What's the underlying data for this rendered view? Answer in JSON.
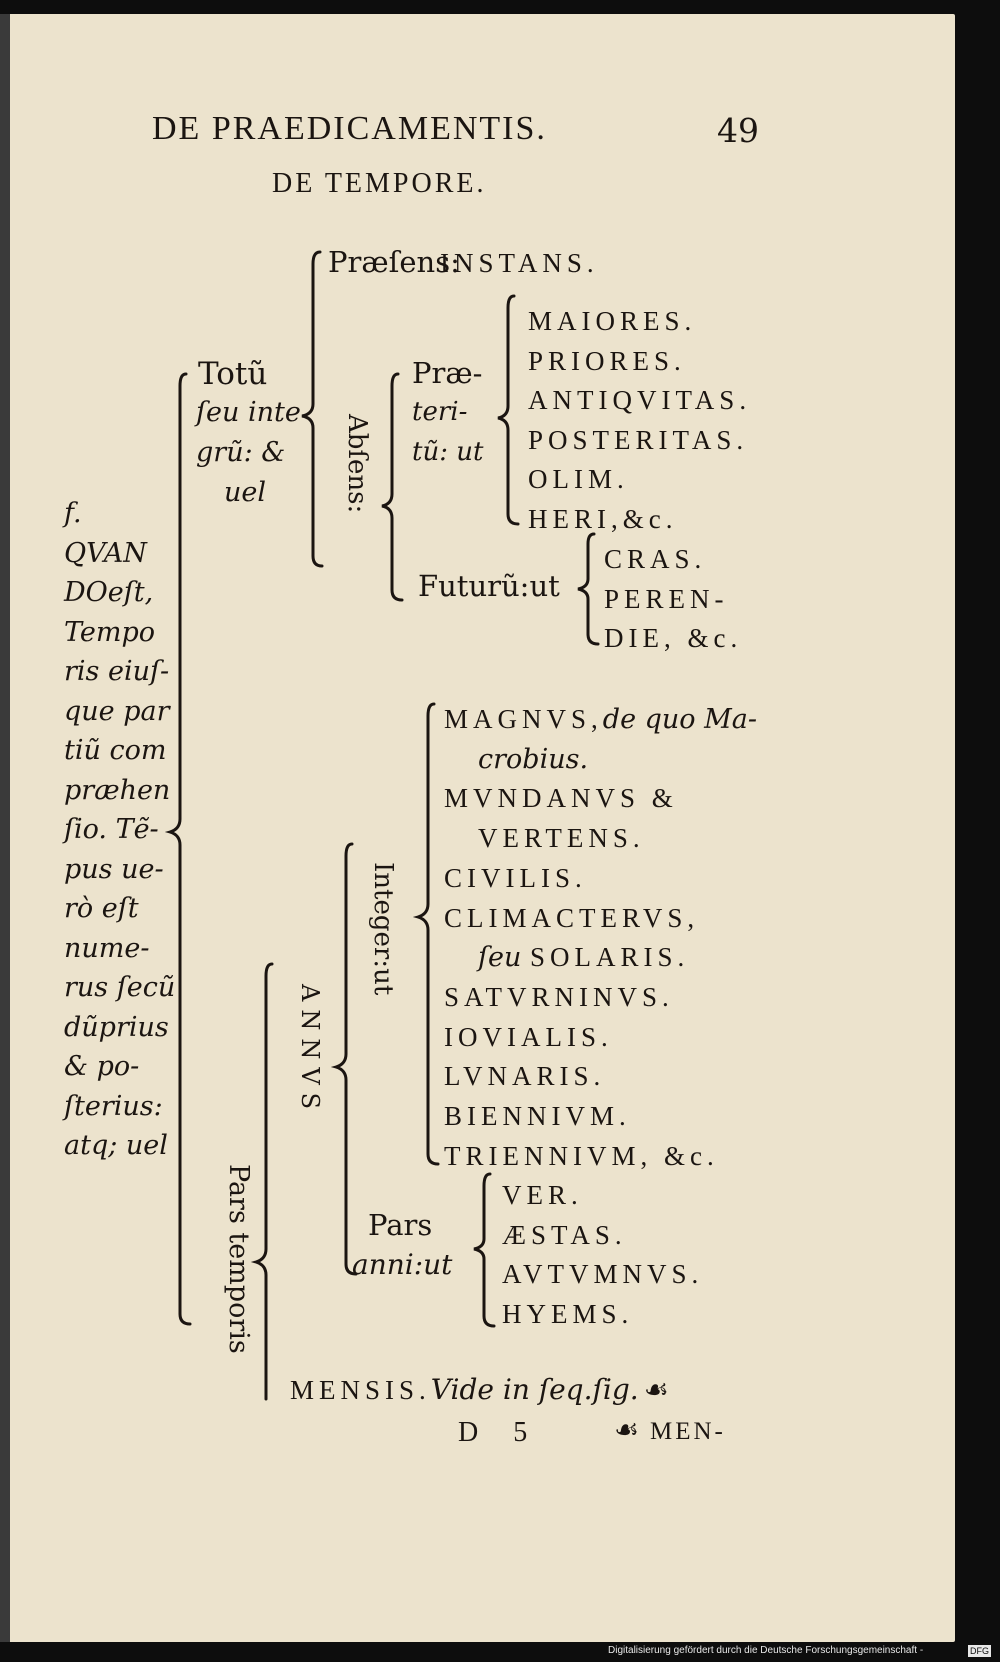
{
  "header": {
    "running_title": "DE PRAEDICAMENTIS.",
    "page_number": "49",
    "section_title": "DE TEMPORE."
  },
  "definition": [
    "f.",
    "QVAN",
    "DOeſt,",
    "Tempo",
    "ris eiuſ-",
    "que par",
    "tiũ com",
    "præhen",
    "ſio. Tẽ-",
    "pus ue-",
    "rò eſt",
    "nume-",
    "rus ſecũ",
    "dũprius",
    "& po-",
    "ſterius:",
    "atq; uel"
  ],
  "totum": [
    "Totũ",
    "ſeu inte",
    "grũ: &",
    "uel"
  ],
  "praesens": {
    "label": "Præſens:",
    "value": "INSTANS."
  },
  "absens": "Abſens:",
  "praeteritum": {
    "lines": [
      "Præ-",
      "teri-",
      "tũ: ut"
    ],
    "items": [
      "MAIORES.",
      "PRIORES.",
      "ANTIQVITAS.",
      "POSTERITAS.",
      "OLIM.",
      "HERI,&c."
    ]
  },
  "futurum": {
    "label": "Futurũ:ut",
    "items": [
      "CRAS.",
      "PEREN-",
      "DIE, &c."
    ]
  },
  "pars_temporis": "Pars temporis",
  "annus": "ANNVS",
  "integer": "Integer:ut",
  "annus_items": [
    {
      "caps": "MAGNVS,",
      "it": "de quo Ma-"
    },
    {
      "caps": "",
      "it": "crobius."
    },
    {
      "caps": "MVNDANVS &",
      "it": ""
    },
    {
      "caps": "VERTENS.",
      "it": ""
    },
    {
      "caps": "CIVILIS.",
      "it": ""
    },
    {
      "caps": "CLIMACTERVS,",
      "it": ""
    },
    {
      "caps": "SOLARIS.",
      "it": "ſeu "
    },
    {
      "caps": "SATVRNINVS.",
      "it": ""
    },
    {
      "caps": "IOVIALIS.",
      "it": ""
    },
    {
      "caps": "LVNARIS.",
      "it": ""
    },
    {
      "caps": "BIENNIVM.",
      "it": ""
    },
    {
      "caps": "TRIENNIVM, &c.",
      "it": ""
    }
  ],
  "pars_anni": {
    "lines": [
      "Pars",
      "anni:ut"
    ],
    "items": [
      "VER.",
      "ÆSTAS.",
      "AVTVMNVS.",
      "HYEMS."
    ]
  },
  "mensis": {
    "caps": "MENSIS.",
    "it": "Vide in ſeq.ſig.",
    "ornament": "☙"
  },
  "signature": {
    "mark": "D 5",
    "ornament": "☙",
    "catchword": "MEN-"
  },
  "footer": {
    "credit": "Digitalisierung gefördert durch die Deutsche Forschungsgemeinschaft -",
    "logo": "DFG"
  }
}
